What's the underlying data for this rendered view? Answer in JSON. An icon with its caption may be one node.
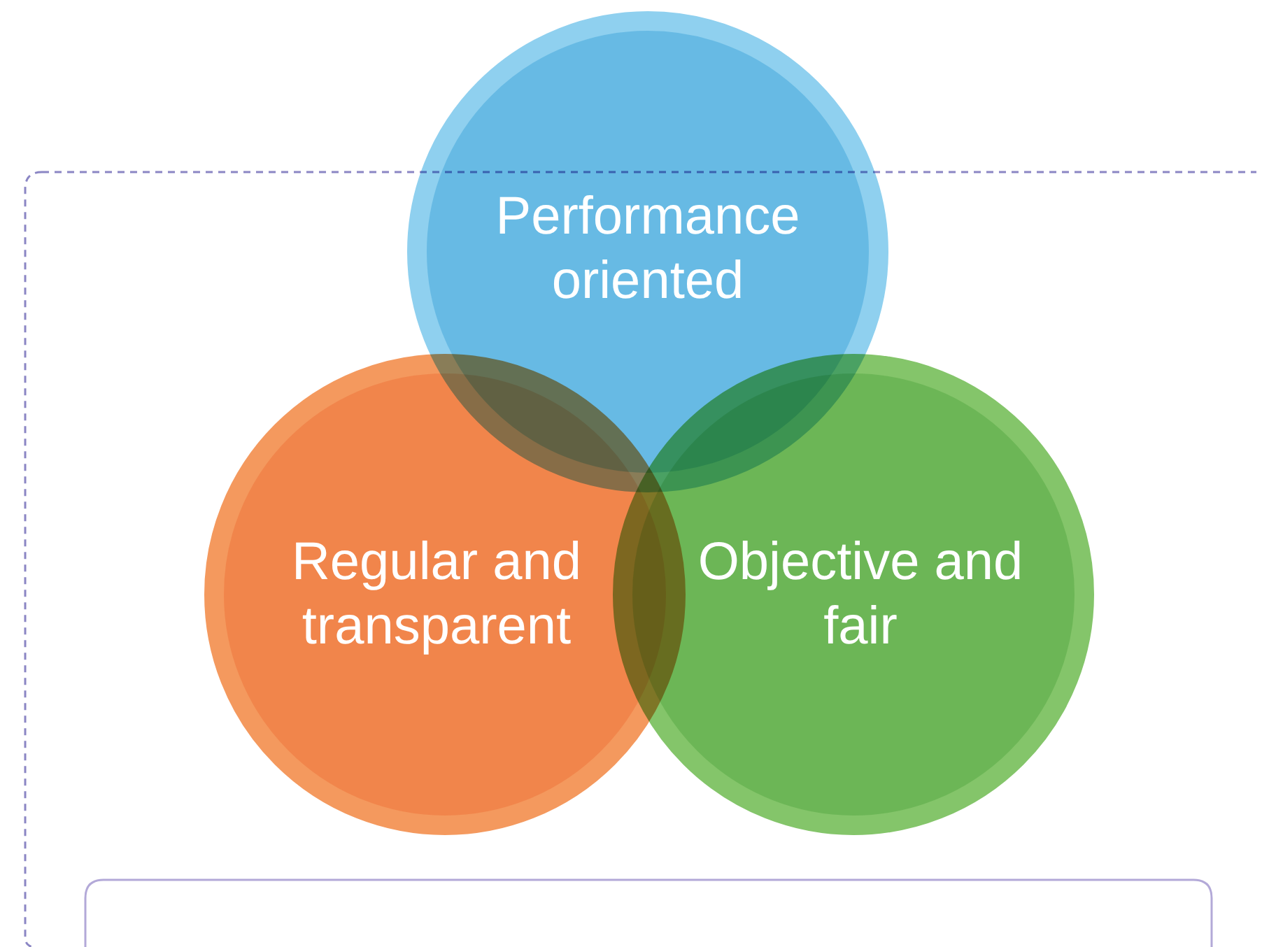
{
  "diagram": {
    "nodes": [
      {
        "text": [
          "Performance oriented"
        ]
      },
      {
        "text": [
          "Regular and transparent"
        ]
      },
      {
        "text": [
          "Objective and fair"
        ]
      }
    ]
  }
}
